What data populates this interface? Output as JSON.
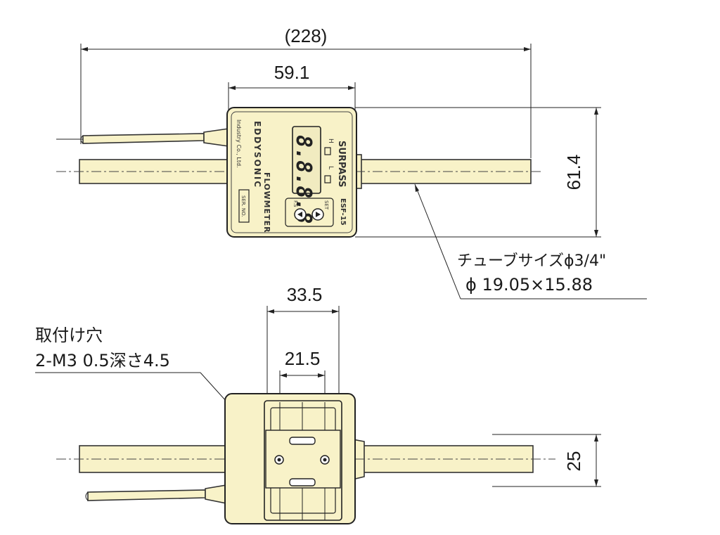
{
  "top_view": {
    "overall_length": "(228)",
    "body_width": "59.1",
    "body_height": "61.4",
    "brand": "SURPASS",
    "product_line1": "EDDYSONIC",
    "product_line2": "FLOWMETER",
    "model": "ESF-15",
    "display_value": "8.8.8.8",
    "serial_label": "SER. NO.",
    "company_note": "Industry Co., Ltd.",
    "label_h": "H",
    "label_l": "L",
    "label_set": "SET",
    "label_flow": "F.S"
  },
  "tube_callout": {
    "line1": "チューブサイズϕ3/4\"",
    "line2": "ϕ 19.05×15.88"
  },
  "bottom_view": {
    "outer_width": "33.5",
    "hole_pitch": "21.5",
    "height": "25",
    "mount_line1": "取付け穴",
    "mount_line2": "2-M3  0.5深さ4.5"
  },
  "colors": {
    "body_fill": "#f8f2c8",
    "outline": "#222222"
  }
}
